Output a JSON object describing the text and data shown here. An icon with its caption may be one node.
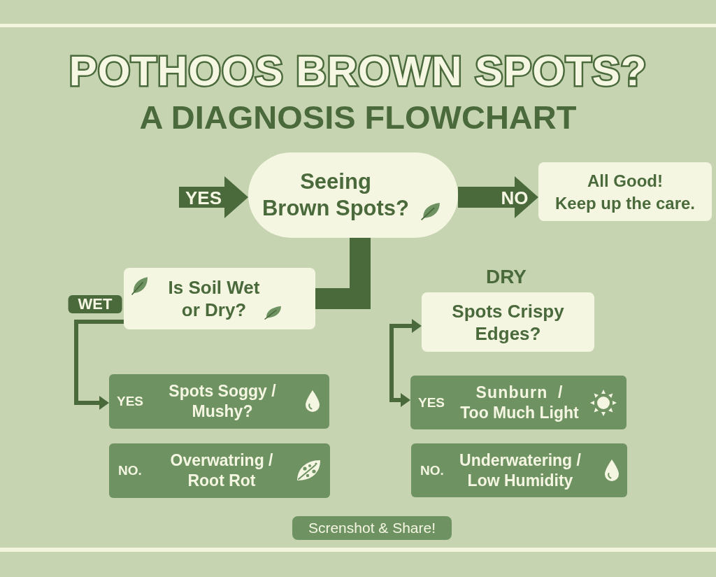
{
  "diagram": {
    "title": "POTHOOS BROWN SPOTS?",
    "nodes": [
      {
        "text": [
          "Seeing Brown Spots?"
        ]
      },
      {
        "text": [
          "All Good!",
          "Keep up the care."
        ]
      },
      {
        "text": [
          "Is Soil Wet or Dry?"
        ]
      },
      {
        "text": [
          "Spots Crispy Edges?"
        ],
        "beside": [
          "DRY"
        ]
      },
      {
        "text": [
          "YES",
          "Spots Soggy / Mushy?"
        ]
      },
      {
        "text": [
          "YES",
          "Sunburn / Too Much Light"
        ]
      },
      {
        "text": [
          "NO.",
          "Overwatring / Root Rot"
        ]
      },
      {
        "text": [
          "NO.",
          "Underwatering / Low Humidity"
        ]
      },
      {
        "text": [
          "Screnshot & Share!"
        ]
      }
    ],
    "edges": [
      {
        "from": null,
        "to": 0,
        "arrow": "to",
        "label": "YES"
      },
      {
        "from": 0,
        "to": 1,
        "arrow": "to",
        "label": "NO"
      },
      {
        "from": 0,
        "to": 2,
        "arrow": "none"
      },
      {
        "from": 2,
        "to": 4,
        "arrow": "to",
        "label": "WET"
      },
      {
        "from": 3,
        "to": 5,
        "arrow": "both"
      }
    ],
    "labels": [
      "A DIAGNOSIS FLOWCHART"
    ]
  }
}
